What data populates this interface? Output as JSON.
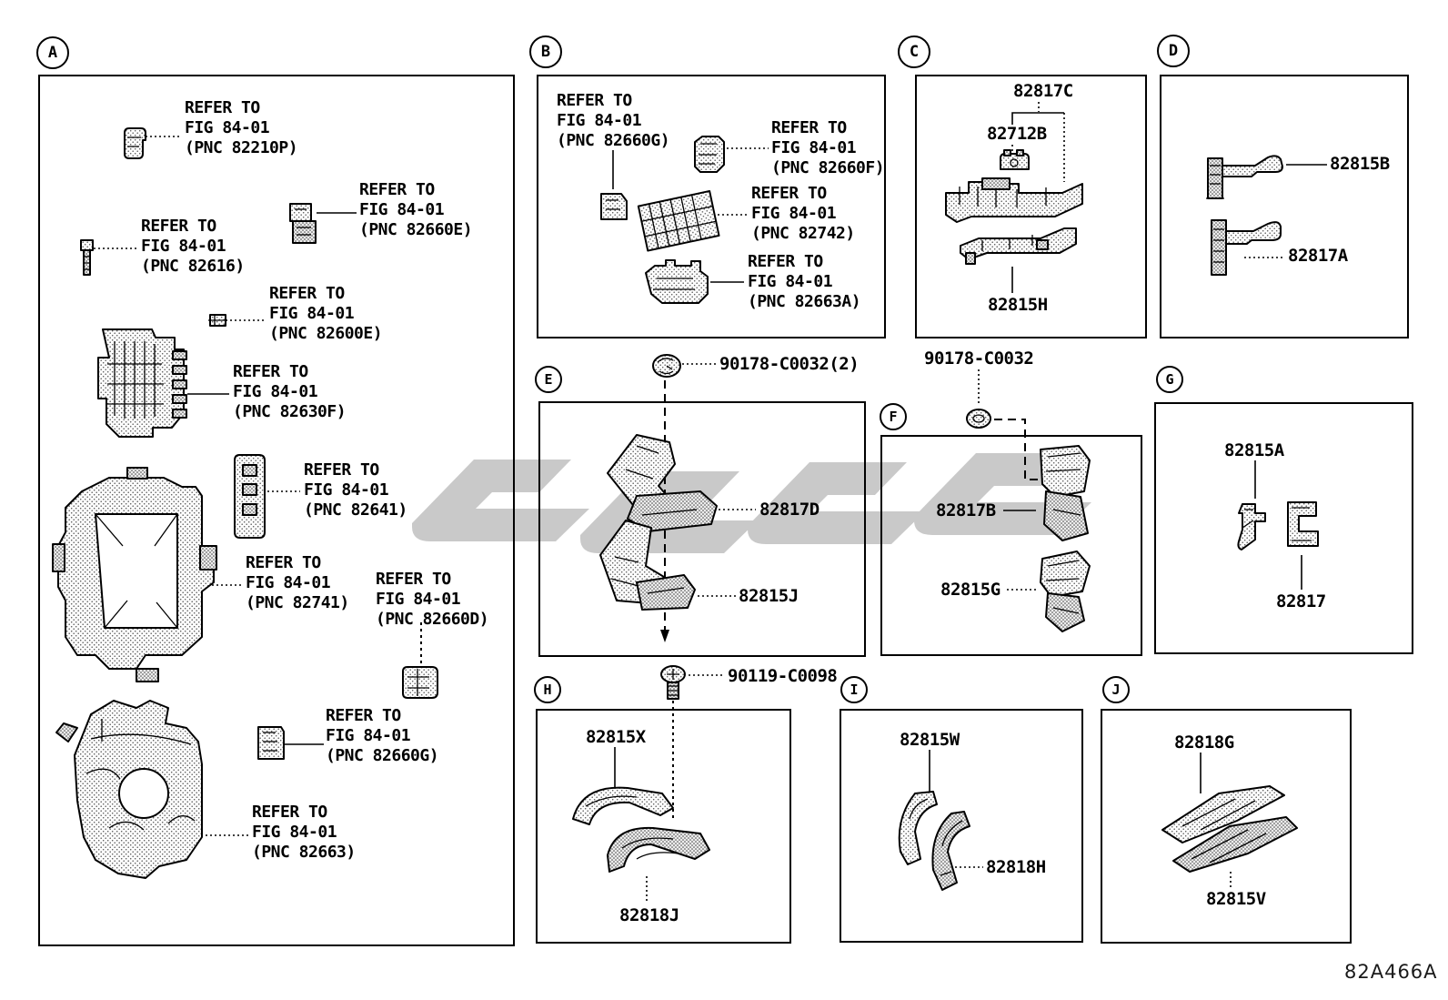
{
  "diagram_code": "82A466A",
  "colors": {
    "line": "#000000",
    "watermark": "#c9c9c9",
    "background": "#ffffff"
  },
  "sections": {
    "A": {
      "letter": "A",
      "notes": [
        {
          "l1": "REFER TO",
          "l2": "FIG 84-01",
          "l3": "(PNC 82210P)"
        },
        {
          "l1": "REFER TO",
          "l2": "FIG 84-01",
          "l3": "(PNC 82660E)"
        },
        {
          "l1": "REFER TO",
          "l2": "FIG 84-01",
          "l3": "(PNC 82616)"
        },
        {
          "l1": "REFER TO",
          "l2": "FIG 84-01",
          "l3": "(PNC 82600E)"
        },
        {
          "l1": "REFER TO",
          "l2": "FIG 84-01",
          "l3": "(PNC 82630F)"
        },
        {
          "l1": "REFER TO",
          "l2": "FIG 84-01",
          "l3": "(PNC 82641)"
        },
        {
          "l1": "REFER TO",
          "l2": "FIG 84-01",
          "l3": "(PNC 82741)"
        },
        {
          "l1": "REFER TO",
          "l2": "FIG 84-01",
          "l3": "(PNC 82660D)"
        },
        {
          "l1": "REFER TO",
          "l2": "FIG 84-01",
          "l3": "(PNC 82660G)"
        },
        {
          "l1": "REFER TO",
          "l2": "FIG 84-01",
          "l3": "(PNC 82663)"
        }
      ]
    },
    "B": {
      "letter": "B",
      "notes": [
        {
          "l1": "REFER TO",
          "l2": "FIG 84-01",
          "l3": "(PNC 82660G)"
        },
        {
          "l1": "REFER TO",
          "l2": "FIG 84-01",
          "l3": "(PNC 82660F)"
        },
        {
          "l1": "REFER TO",
          "l2": "FIG 84-01",
          "l3": "(PNC 82742)"
        },
        {
          "l1": "REFER TO",
          "l2": "FIG 84-01",
          "l3": "(PNC 82663A)"
        }
      ]
    },
    "C": {
      "letter": "C",
      "parts": [
        "82817C",
        "82712B",
        "82815H"
      ]
    },
    "D": {
      "letter": "D",
      "parts": [
        "82815B",
        "82817A"
      ]
    },
    "E": {
      "letter": "E",
      "fastener": "90178-C0032(2)",
      "parts": [
        "82817D",
        "82815J"
      ]
    },
    "F": {
      "letter": "F",
      "fastener": "90178-C0032",
      "parts": [
        "82817B",
        "82815G"
      ]
    },
    "G": {
      "letter": "G",
      "parts": [
        "82815A",
        "82817"
      ]
    },
    "H": {
      "letter": "H",
      "fastener": "90119-C0098",
      "parts": [
        "82815X",
        "82818J"
      ]
    },
    "I": {
      "letter": "I",
      "parts": [
        "82815W",
        "82818H"
      ]
    },
    "J": {
      "letter": "J",
      "parts": [
        "82818G",
        "82815V"
      ]
    }
  }
}
